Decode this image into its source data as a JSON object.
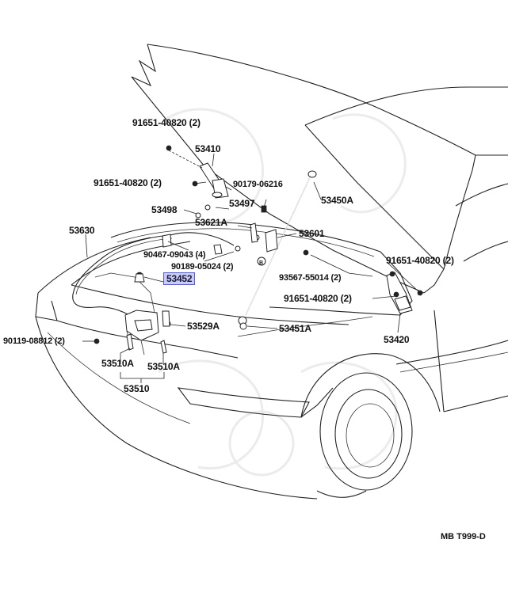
{
  "diagram": {
    "labels": {
      "p1": "91651-40820 (2)",
      "p2": "53410",
      "p3": "91651-40820 (2)",
      "p4": "90179-06216",
      "p5": "53450A",
      "p6": "53498",
      "p7": "53497",
      "p8": "53630",
      "p9": "53621A",
      "p10": "53601",
      "p11": "90467-09043 (4)",
      "p12": "90189-05024 (2)",
      "p13": "53452",
      "p14": "93567-55014 (2)",
      "p15": "91651-40820 (2)",
      "p16": "91651-40820 (2)",
      "p17": "53529A",
      "p18": "53451A",
      "p19": "53420",
      "p20": "90119-08812 (2)",
      "p21": "53510A",
      "p22": "53510A",
      "p23": "53510"
    },
    "code": "MB T999-D",
    "highlight_color": "#c9cbf2"
  }
}
